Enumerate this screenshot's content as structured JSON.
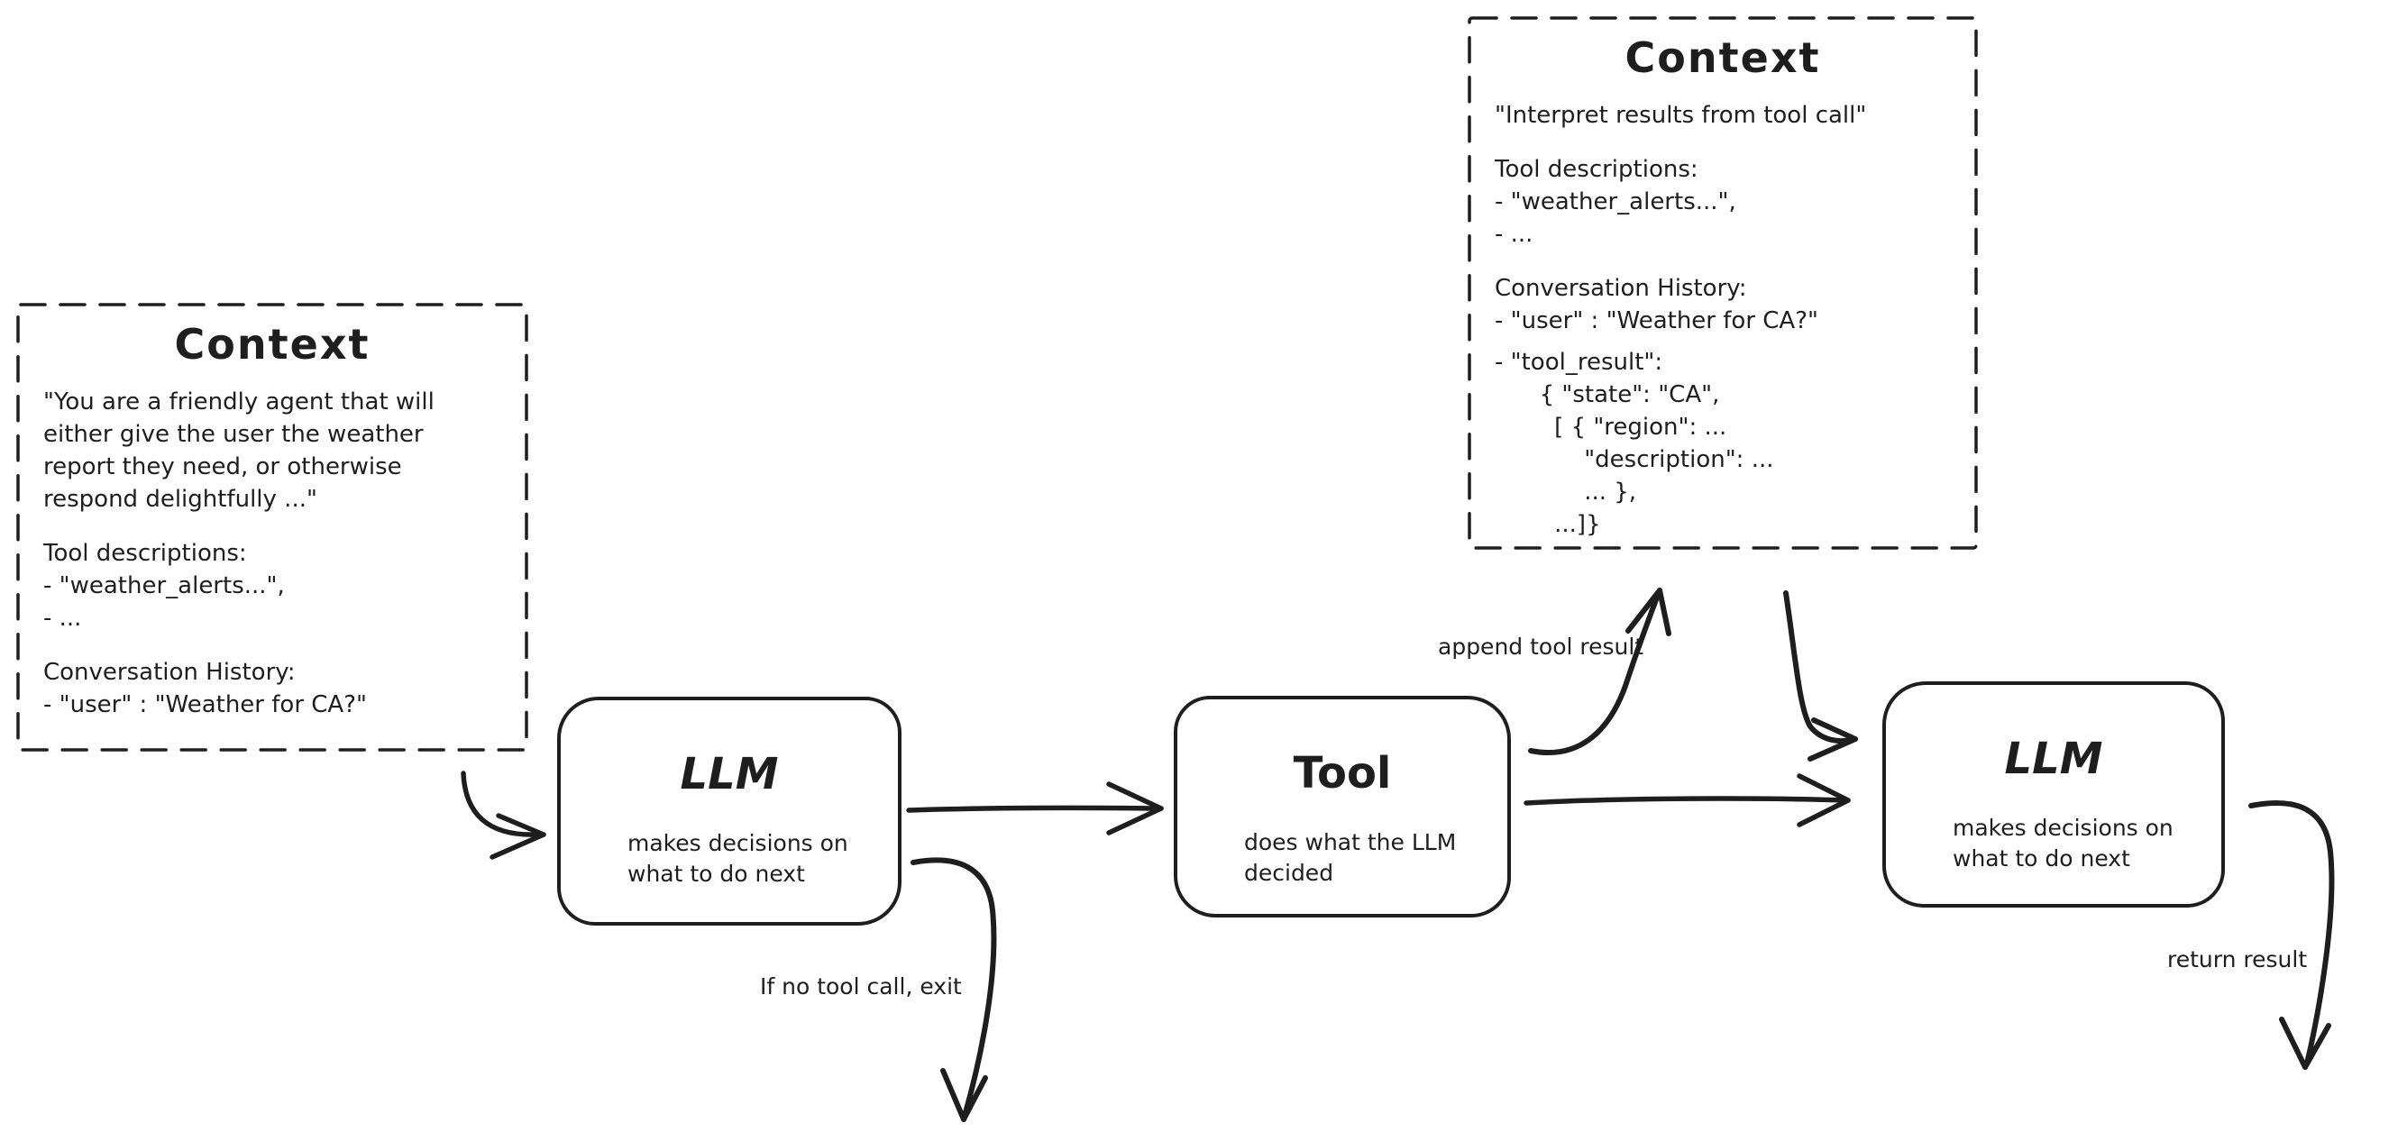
{
  "canvas": {
    "background_color": "#ffffff",
    "ink_color": "#1e1e1e"
  },
  "context_left": {
    "title": "Context",
    "system_prompt": "\"You are a friendly agent that will\neither give the user the weather\nreport they need, or otherwise\nrespond delightfully ...\"",
    "tool_descriptions": "Tool descriptions:\n- \"weather_alerts...\",\n- ...",
    "conversation_history": "Conversation History:\n- \"user\" : \"Weather for CA?\""
  },
  "context_right": {
    "title": "Context",
    "instruction": "\"Interpret results from tool call\"",
    "tool_descriptions": "Tool descriptions:\n- \"weather_alerts...\",\n- ...",
    "conversation_history": "Conversation History:\n- \"user\" : \"Weather for CA?\"",
    "tool_result": "- \"tool_result\":\n      { \"state\": \"CA\",\n        [ { \"region\": ...\n            \"description\": ...\n            ... },\n        ...]}"
  },
  "nodes": {
    "llm_first": {
      "title": "LLM",
      "subtitle": "makes decisions on\nwhat to do next"
    },
    "tool": {
      "title": "Tool",
      "subtitle": "does what the LLM\ndecided"
    },
    "llm_second": {
      "title": "LLM",
      "subtitle": "makes decisions on\nwhat to do next"
    }
  },
  "edge_labels": {
    "append_tool_result": "append tool result",
    "if_no_tool_call_exit": "If no tool call, exit",
    "return_result": "return result"
  }
}
